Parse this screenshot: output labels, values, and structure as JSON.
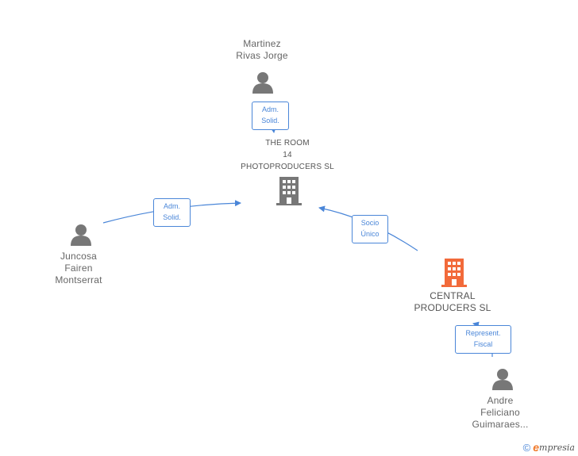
{
  "nodes": {
    "martinez": {
      "lines": [
        "Martinez",
        "Rivas Jorge"
      ],
      "icon": "person-icon"
    },
    "juncosa": {
      "lines": [
        "Juncosa",
        "Fairen",
        "Montserrat"
      ],
      "icon": "person-icon"
    },
    "andre": {
      "lines": [
        "Andre",
        "Feliciano",
        "Guimaraes..."
      ],
      "icon": "person-icon"
    },
    "the_room": {
      "lines": [
        "THE ROOM",
        "14",
        "PHOTOPRODUCERS SL"
      ],
      "icon": "building-icon"
    },
    "central": {
      "lines": [
        "CENTRAL",
        "PRODUCERS SL"
      ],
      "icon": "building-icon"
    }
  },
  "edges": {
    "martinez_room": {
      "lines": [
        "Adm.",
        "Solid."
      ]
    },
    "juncosa_room": {
      "lines": [
        "Adm.",
        "Solid."
      ]
    },
    "central_room": {
      "lines": [
        "Socio",
        "Único"
      ]
    },
    "andre_central": {
      "lines": [
        "Represent.",
        "Fiscal"
      ]
    }
  },
  "colors": {
    "edge": "#4a86d8",
    "person_icon": "#777777",
    "company_icon": "#777777",
    "highlight_company": "#f26a3a"
  },
  "footer": {
    "copyright": "©",
    "brand_initial": "e",
    "brand_rest": "mpresia"
  }
}
